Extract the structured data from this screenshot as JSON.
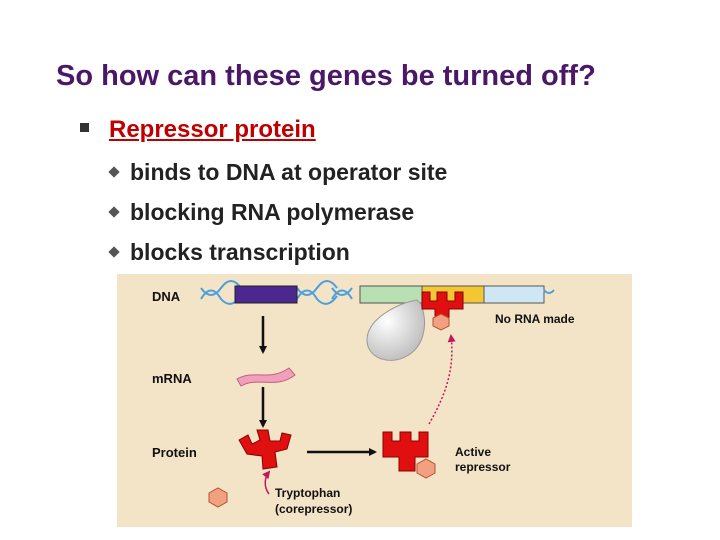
{
  "slide": {
    "title": "So how can these genes be turned off?",
    "bullet": "Repressor protein",
    "subpoints": [
      "binds to DNA at operator site",
      "blocking RNA polymerase",
      "blocks transcription"
    ]
  },
  "figure": {
    "labels": {
      "dna": "DNA",
      "mrna": "mRNA",
      "protein": "Protein",
      "no_rna": "No RNA made",
      "active_line1": "Active",
      "active_line2": "repressor",
      "trp_line1": "Tryptophan",
      "trp_line2": "(corepressor)"
    },
    "colors": {
      "background": "#f3e3c7",
      "repressor": "#e01010",
      "corepressor": "#f3a080",
      "mrna": "#f0a0bc",
      "gene_block": "#4a2890",
      "operator": "#f2c733",
      "promoter_region": "#b9e0b3",
      "downstream_region": "#cfe6f4",
      "polymerase": "#e8e8e8"
    }
  }
}
